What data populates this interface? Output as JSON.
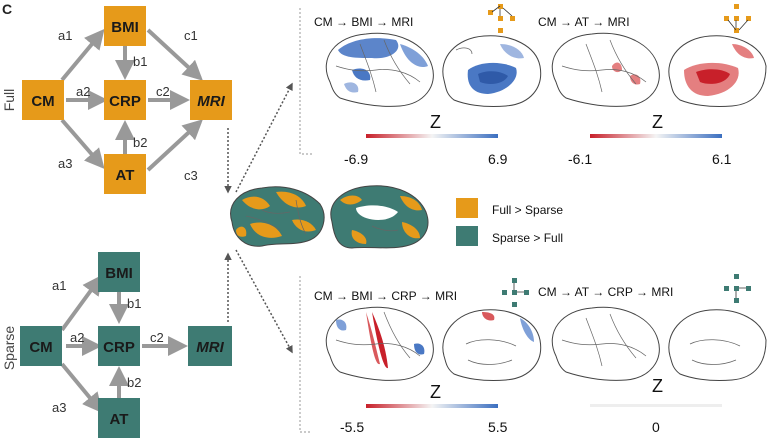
{
  "panel_letter": "C",
  "colors": {
    "full": "#e69a1a",
    "sparse": "#3e7b73",
    "arrow": "#999999",
    "neg": "#c8202a",
    "pos": "#3b6fc0",
    "dotted": "#555555"
  },
  "full_model": {
    "side_label": "Full",
    "nodes": {
      "cm": "CM",
      "bmi": "BMI",
      "crp": "CRP",
      "at": "AT",
      "mri": "MRI"
    },
    "edges": {
      "a1": "a1",
      "a2": "a2",
      "a3": "a3",
      "b1": "b1",
      "b2": "b2",
      "c1": "c1",
      "c2": "c2",
      "c3": "c3"
    }
  },
  "sparse_model": {
    "side_label": "Sparse",
    "nodes": {
      "cm": "CM",
      "bmi": "BMI",
      "crp": "CRP",
      "at": "AT",
      "mri": "MRI"
    },
    "edges": {
      "a1": "a1",
      "a2": "a2",
      "a3": "a3",
      "b1": "b1",
      "b2": "b2",
      "c2": "c2"
    }
  },
  "legend": {
    "full_gt_sparse": "Full > Sparse",
    "sparse_gt_full": "Sparse > Full"
  },
  "panels": [
    {
      "title": "CM → BMI → MRI",
      "z": "Z",
      "min": "-6.9",
      "max": "6.9",
      "icon_color": "#e69a1a",
      "icon": "bmi-path-icon"
    },
    {
      "title": "CM → AT → MRI",
      "z": "Z",
      "min": "-6.1",
      "max": "6.1",
      "icon_color": "#e69a1a",
      "icon": "at-path-icon"
    },
    {
      "title": "CM → BMI → CRP → MRI",
      "z": "Z",
      "min": "-5.5",
      "max": "5.5",
      "icon_color": "#3e7b73",
      "icon": "bmi-crp-path-icon"
    },
    {
      "title": "CM → AT → CRP → MRI",
      "z": "Z",
      "single": "0",
      "icon_color": "#3e7b73",
      "icon": "at-crp-path-icon"
    }
  ]
}
